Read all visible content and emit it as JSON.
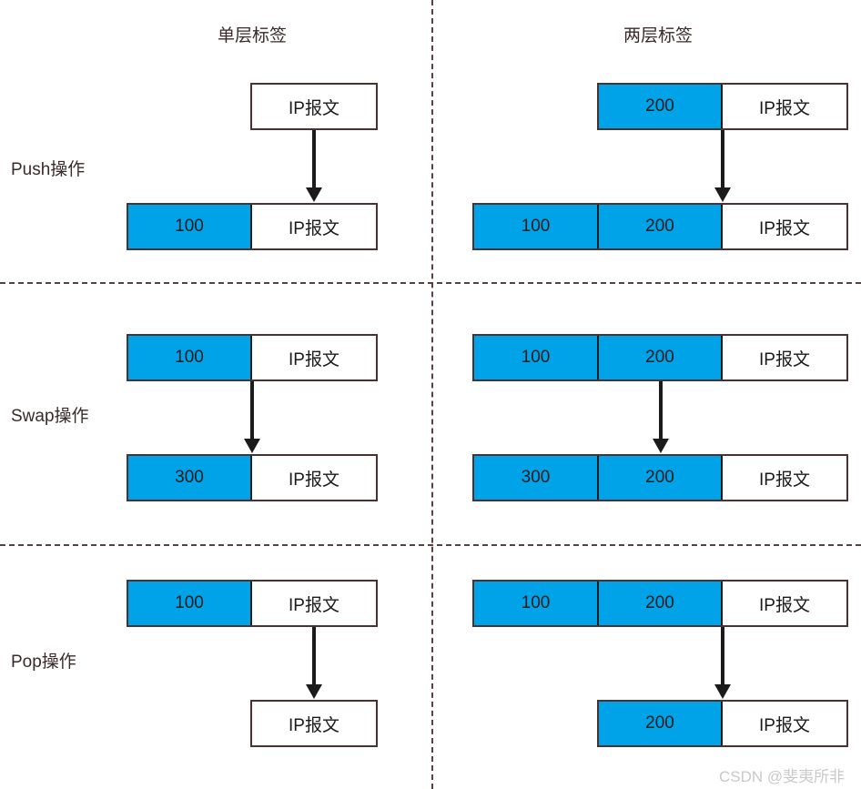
{
  "diagram": {
    "title_left": "单层标签",
    "title_right": "两层标签",
    "watermark": "CSDN @斐夷所非",
    "colors": {
      "label_blue": "#00a2e8",
      "box_border": "#4a3232",
      "divider": "#5a4040",
      "arrow": "#1b1b1b",
      "text": "#3a2a2a",
      "watermark": "#c9c9c9"
    },
    "payload_text": "IP报文"
  },
  "rows": [
    {
      "label": "Push操作",
      "single": {
        "before": {
          "labels": [],
          "payload": "IP报文"
        },
        "after": {
          "labels": [
            "100"
          ],
          "payload": "IP报文"
        }
      },
      "double": {
        "before": {
          "labels": [
            "200"
          ],
          "payload": "IP报文"
        },
        "after": {
          "labels": [
            "100",
            "200"
          ],
          "payload": "IP报文"
        }
      }
    },
    {
      "label": "Swap操作",
      "single": {
        "before": {
          "labels": [
            "100"
          ],
          "payload": "IP报文"
        },
        "after": {
          "labels": [
            "300"
          ],
          "payload": "IP报文"
        }
      },
      "double": {
        "before": {
          "labels": [
            "100",
            "200"
          ],
          "payload": "IP报文"
        },
        "after": {
          "labels": [
            "300",
            "200"
          ],
          "payload": "IP报文"
        }
      }
    },
    {
      "label": "Pop操作",
      "single": {
        "before": {
          "labels": [
            "100"
          ],
          "payload": "IP报文"
        },
        "after": {
          "labels": [],
          "payload": "IP报文"
        }
      },
      "double": {
        "before": {
          "labels": [
            "100",
            "200"
          ],
          "payload": "IP报文"
        },
        "after": {
          "labels": [
            "200"
          ],
          "payload": "IP报文"
        }
      }
    }
  ]
}
